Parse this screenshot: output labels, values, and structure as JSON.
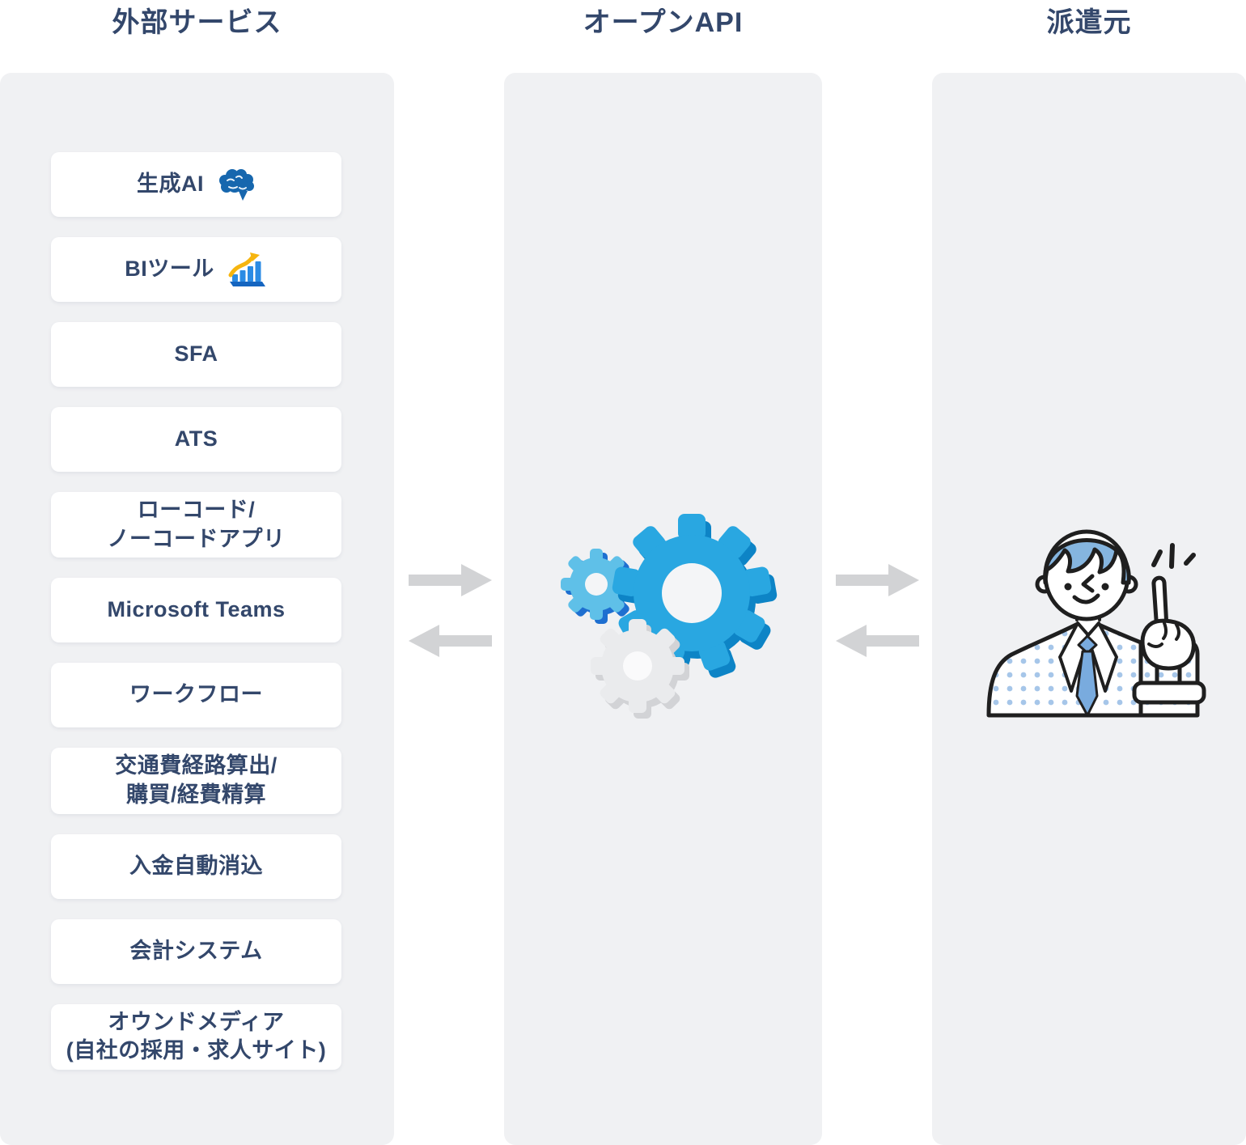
{
  "headers": {
    "left": "外部サービス",
    "middle": "オープンAPI",
    "right": "派遣元"
  },
  "services": {
    "items": [
      {
        "label": "生成AI",
        "icon": "brain-icon"
      },
      {
        "label": "BIツール",
        "icon": "bar-chart-growth-icon"
      },
      {
        "label": "SFA"
      },
      {
        "label": "ATS"
      },
      {
        "label": "ローコード/\nノーコードアプリ"
      },
      {
        "label": "Microsoft Teams"
      },
      {
        "label": "ワークフロー"
      },
      {
        "label": "交通費経路算出/\n購買/経費精算"
      },
      {
        "label": "入金自動消込"
      },
      {
        "label": "会計システム"
      },
      {
        "label": "オウンドメディア\n(自社の採用・求人サイト)"
      }
    ]
  },
  "middle": {
    "illustration": "gears-3d-illustration"
  },
  "right": {
    "illustration": "pointing-businessman-illustration"
  },
  "arrows": {
    "left_middle": [
      "right",
      "left"
    ],
    "middle_right": [
      "right",
      "left"
    ]
  },
  "colors": {
    "panel_bg": "#F0F1F3",
    "card_bg": "#FFFFFF",
    "text_navy": "#33476B",
    "arrow_gray": "#D2D3D5",
    "gear_blue": "#29A7E1",
    "gear_blue_light": "#5FC0E8",
    "gear_gray": "#EAEBED",
    "hair_blue": "#85B5DF",
    "tie_blue": "#79ABDE",
    "suit_dot_blue": "#A6C6E9",
    "brain_icon_blue": "#1767AE",
    "chart_bar_blue": "#2B8BE4",
    "chart_arrow_yellow": "#F6B50F"
  }
}
